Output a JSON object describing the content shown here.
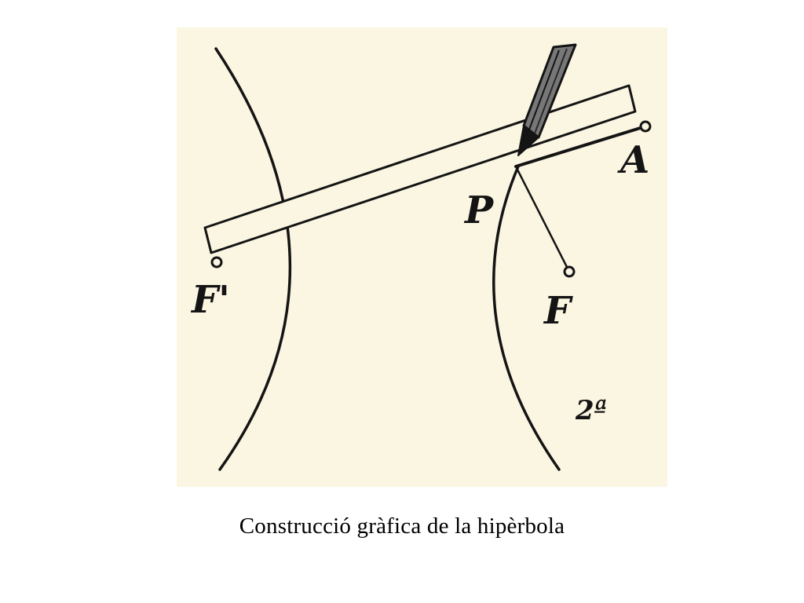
{
  "diagram": {
    "labels": {
      "f_prime": "F'",
      "f": "F",
      "a": "A",
      "p": "P",
      "figure_number": "2ª"
    }
  },
  "caption": "Construcció gràfica de la hipèrbola",
  "colors": {
    "paper": "#fbf6e2",
    "ink": "#141414",
    "background": "#ffffff"
  }
}
